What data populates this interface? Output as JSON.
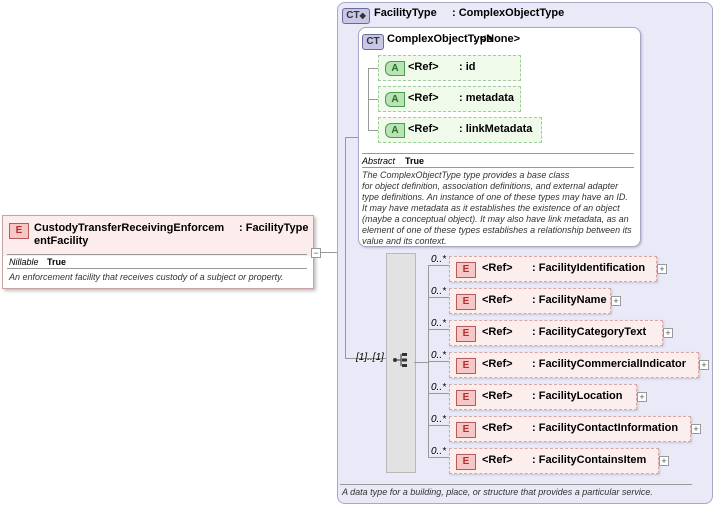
{
  "root": {
    "badge": "E",
    "name_line1": "CustodyTransferReceivingEnforcem",
    "name_line2": "entFacility",
    "type": ": FacilityType",
    "nillable_label": "Nillable",
    "nillable_value": "True",
    "description": "An enforcement facility that receives custody of a subject or property."
  },
  "facility_type": {
    "badge": "CT",
    "name": "FacilityType",
    "type": ": ComplexObjectType",
    "description": "A data type for a building, place, or structure that provides a particular service."
  },
  "complex_object_type": {
    "badge": "CT",
    "name": "ComplexObjectType",
    "type": ": <None>",
    "attributes": [
      {
        "badge": "A",
        "ref": "<Ref>",
        "type": ": id"
      },
      {
        "badge": "A",
        "ref": "<Ref>",
        "type": ": metadata"
      },
      {
        "badge": "A",
        "ref": "<Ref>",
        "type": ": linkMetadata"
      }
    ],
    "abstract_label": "Abstract",
    "abstract_value": "True",
    "description_lines": [
      "The ComplexObjectType type provides a base class",
      "for object definition, association definitions, and external adapter",
      "type definitions. An instance of one of these types may have an ID.",
      "It may have metadata as it establishes the existence of an object",
      "(maybe a conceptual object). It may also have link metadata, as an",
      "element of one of these types establishes a relationship between its",
      "value and its context."
    ]
  },
  "sequence": {
    "cardinality": "[1]..[1]",
    "elements": [
      {
        "card": "0..*",
        "badge": "E",
        "ref": "<Ref>",
        "type": ": FacilityIdentification"
      },
      {
        "card": "0..*",
        "badge": "E",
        "ref": "<Ref>",
        "type": ": FacilityName"
      },
      {
        "card": "0..*",
        "badge": "E",
        "ref": "<Ref>",
        "type": ": FacilityCategoryText"
      },
      {
        "card": "0..*",
        "badge": "E",
        "ref": "<Ref>",
        "type": ": FacilityCommercialIndicator"
      },
      {
        "card": "0..*",
        "badge": "E",
        "ref": "<Ref>",
        "type": ": FacilityLocation"
      },
      {
        "card": "0..*",
        "badge": "E",
        "ref": "<Ref>",
        "type": ": FacilityContactInformation"
      },
      {
        "card": "0..*",
        "badge": "E",
        "ref": "<Ref>",
        "type": ": FacilityContainsItem"
      }
    ]
  },
  "expand_symbol": "+",
  "collapse_symbol": "−"
}
